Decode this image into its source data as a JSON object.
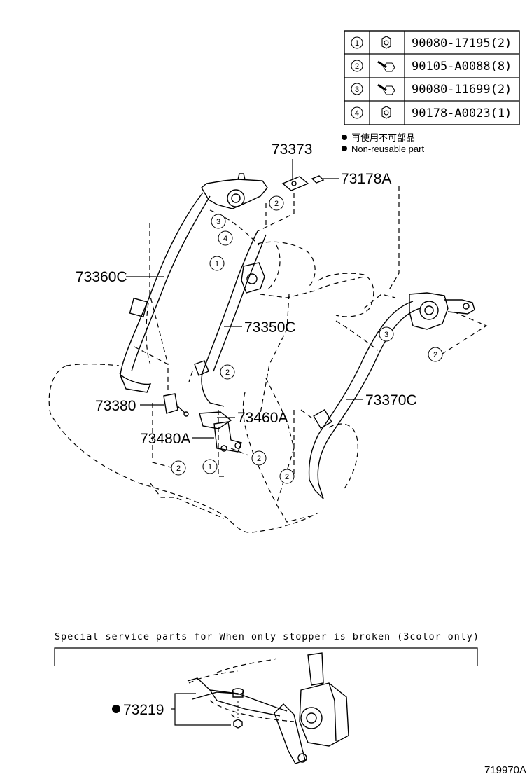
{
  "fastener_table": [
    {
      "ref": "1",
      "icon": "nut-icon",
      "part_no": "90080-17195(2)"
    },
    {
      "ref": "2",
      "icon": "bolt-icon",
      "part_no": "90105-A0088(8)"
    },
    {
      "ref": "3",
      "icon": "bolt-icon",
      "part_no": "90080-11699(2)"
    },
    {
      "ref": "4",
      "icon": "nut-icon",
      "part_no": "90178-A0023(1)"
    }
  ],
  "legend": {
    "jp": "再使用不可部品",
    "en": "Non-reusable part"
  },
  "callouts": {
    "c73373": "73373",
    "c73178A": "73178A",
    "c73360C": "73360C",
    "c73350C": "73350C",
    "c73370C": "73370C",
    "c73380": "73380",
    "c73460A": "73460A",
    "c73480A": "73480A",
    "c73219": "73219"
  },
  "circled_refs": [
    "1",
    "2",
    "3",
    "4"
  ],
  "special": {
    "caption": "Special service parts for When only stopper is broken (3color only)"
  },
  "figure_id": "719970A"
}
